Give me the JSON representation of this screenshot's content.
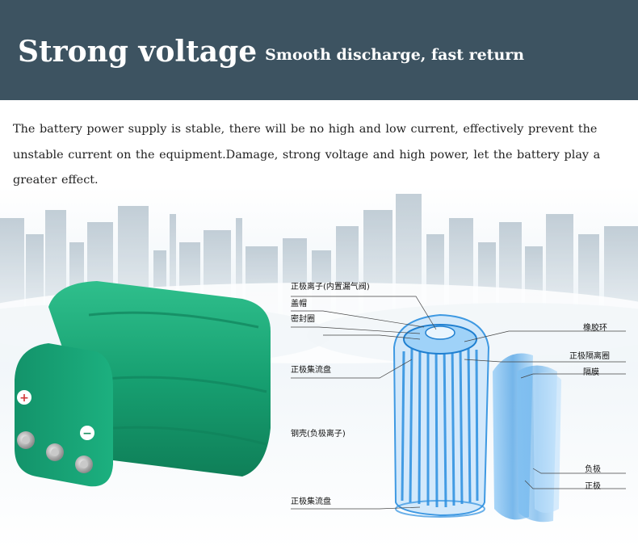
{
  "header": {
    "title": "Strong voltage",
    "subtitle": "Smooth discharge, fast return"
  },
  "description": "The battery power supply is stable, there will be no high and low current, effectively prevent the unstable current on the equipment.Damage, strong voltage and high power, let the battery play a greater effect.",
  "battery": {
    "plus_symbol": "+",
    "minus_symbol": "−"
  },
  "diagram_labels": {
    "positive_ion": "正极离子(内置漏气阀)",
    "cap": "盖帽",
    "seal_ring": "密封圈",
    "rubber_ring": "橡胶环",
    "positive_separator_ring": "正极隔离圈",
    "separator": "隔膜",
    "positive_collector_top": "正极集流盘",
    "steel_shell": "钢壳(负极离子)",
    "negative": "负极",
    "positive": "正极",
    "positive_collector_bottom": "正极集流盘"
  },
  "colors": {
    "header_bg": "#3d5361",
    "battery_green": "#1aa37a",
    "cell_blue": "#2b8fe0"
  }
}
